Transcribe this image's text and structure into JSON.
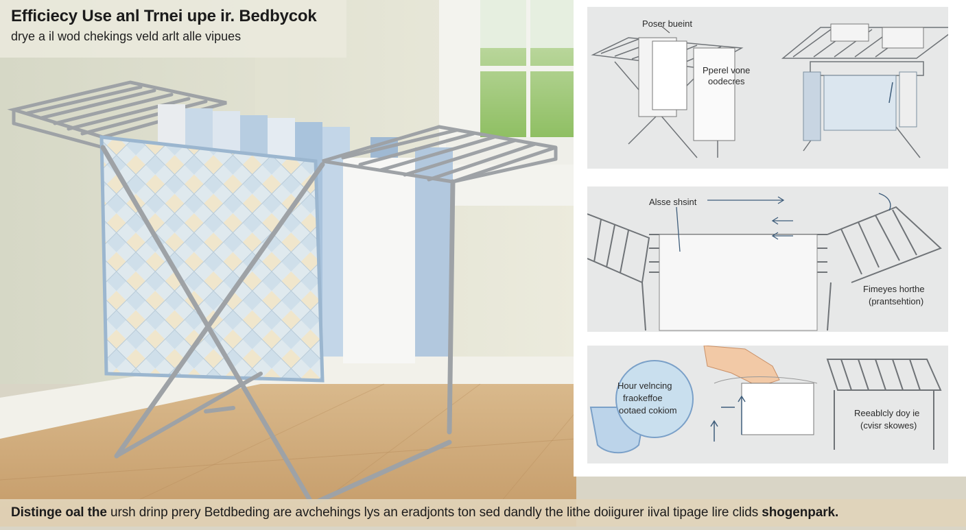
{
  "header": {
    "title": "Efficiecy Use anl Trnei upe ir. Bedbycok",
    "subtitle": "drye a il wod chekings veld arlt alle vipues"
  },
  "steps": [
    {
      "label_top": "Poser bueint",
      "label_side_line1": "Pperel vone",
      "label_side_line2": "oodecres"
    },
    {
      "label_top": "Alsse shsint",
      "label_side_line1": "Fimeyes horthe",
      "label_side_line2": "(prantsehtion)"
    },
    {
      "label_circle_line1": "Hour velncing",
      "label_circle_line2": "fraokeffoe",
      "label_circle_line3": "ootaed cokiom",
      "label_side_line1": "Reeablcly doy ie",
      "label_side_line2": "(cvisr skowes)"
    }
  ],
  "caption": {
    "lead": "Distinge oal the",
    "body": " ursh drinp prery Betdbeding are avchehings lys an eradjonts ton sed dandly the lithe doiigurer iival tipage lire clids ",
    "tail": "shogenpark."
  },
  "colors": {
    "wall": "#e6e6d3",
    "floor": "#c9a679",
    "rack": "#9ea2a6",
    "panel_bg": "#e7e8e8",
    "accent_blue": "#7aa0c8"
  }
}
